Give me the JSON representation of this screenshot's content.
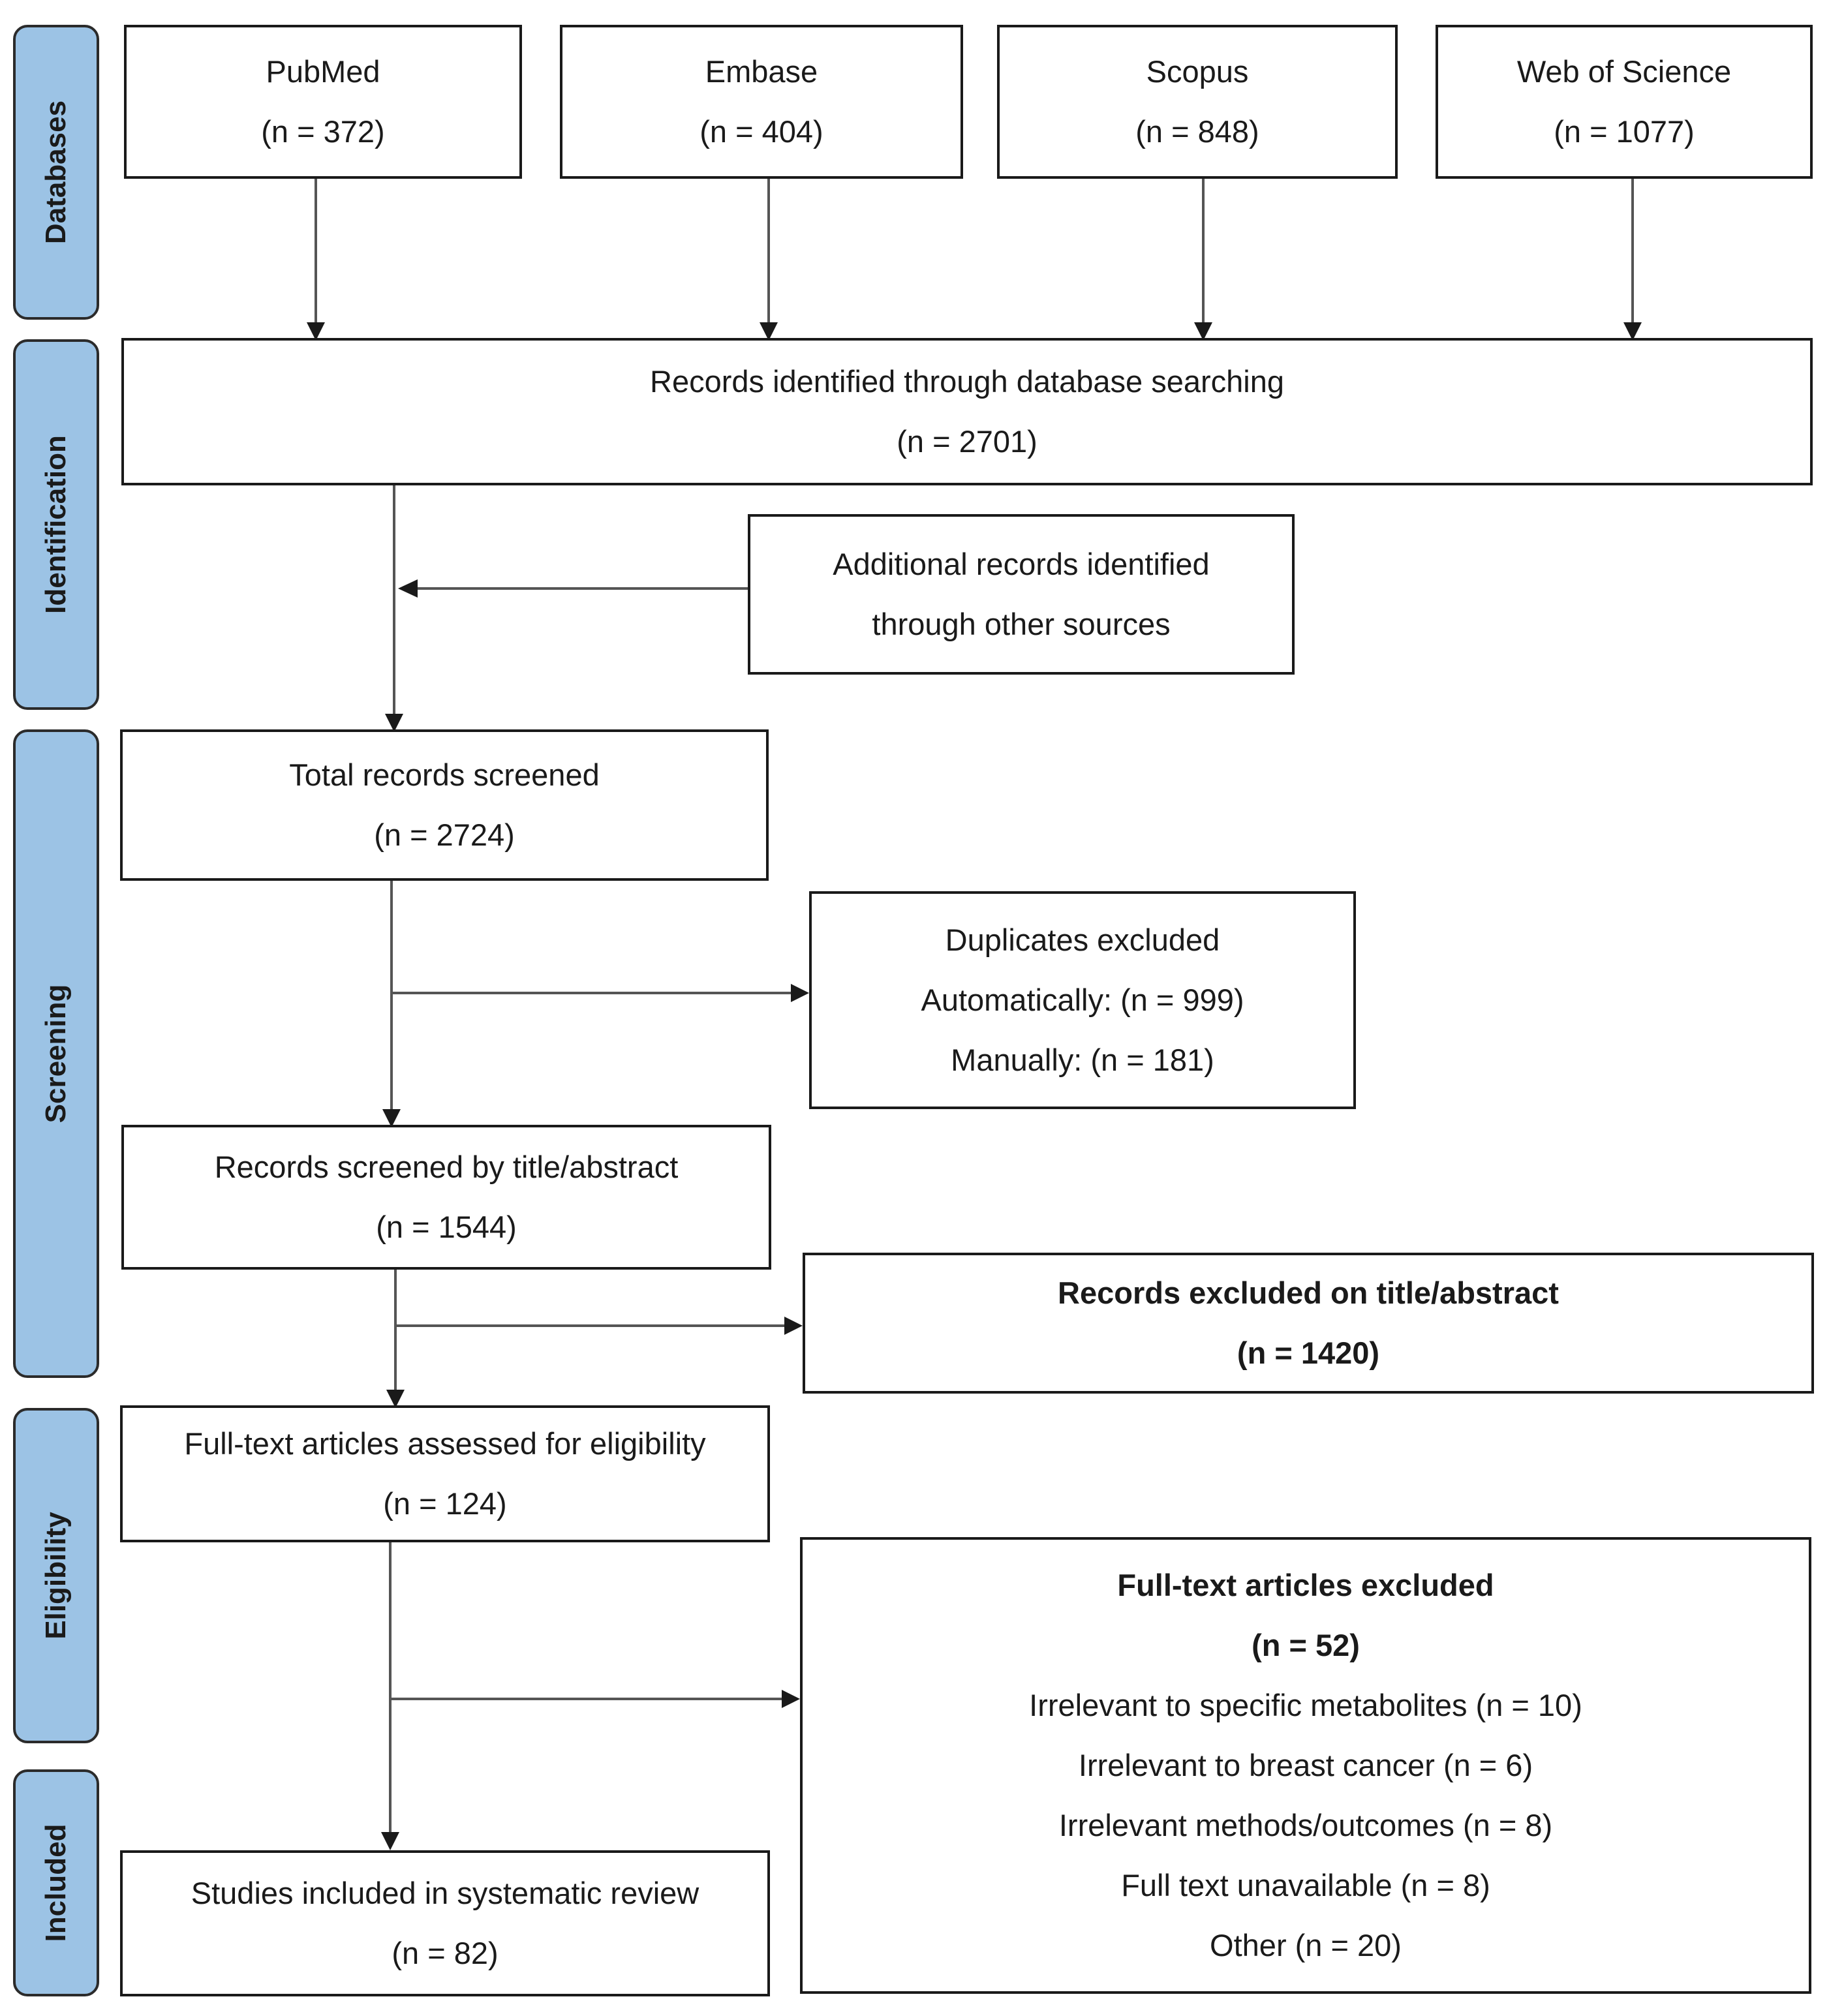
{
  "stages": {
    "databases": "Databases",
    "identification": "Identification",
    "screening": "Screening",
    "eligibility": "Eligibility",
    "included": "Included"
  },
  "databases": [
    {
      "name": "PubMed",
      "count": "(n = 372)"
    },
    {
      "name": "Embase",
      "count": "(n = 404)"
    },
    {
      "name": "Scopus",
      "count": "(n = 848)"
    },
    {
      "name": "Web of Science",
      "count": "(n = 1077)"
    }
  ],
  "identified": {
    "label": "Records identified through database searching",
    "count": "(n = 2701)"
  },
  "additional": {
    "line1": "Additional records identified",
    "line2": "through other sources"
  },
  "total_screened": {
    "label": "Total records screened",
    "count": "(n = 2724)"
  },
  "duplicates": {
    "label": "Duplicates excluded",
    "auto": "Automatically: (n = 999)",
    "manual": "Manually: (n = 181)"
  },
  "title_abstract": {
    "label": "Records screened by title/abstract",
    "count": "(n = 1544)"
  },
  "excluded_ta": {
    "label": "Records excluded on title/abstract",
    "count": "(n = 1420)"
  },
  "fulltext": {
    "label": "Full-text articles assessed for eligibility",
    "count": "(n = 124)"
  },
  "ft_excluded": {
    "label": "Full-text articles excluded",
    "count": "(n = 52)",
    "reasons": [
      "Irrelevant to specific metabolites (n = 10)",
      "Irrelevant to breast cancer (n = 6)",
      "Irrelevant methods/outcomes (n = 8)",
      "Full text unavailable (n = 8)",
      "Other (n = 20)"
    ]
  },
  "included": {
    "label": "Studies included in systematic review",
    "count": "(n = 82)"
  }
}
